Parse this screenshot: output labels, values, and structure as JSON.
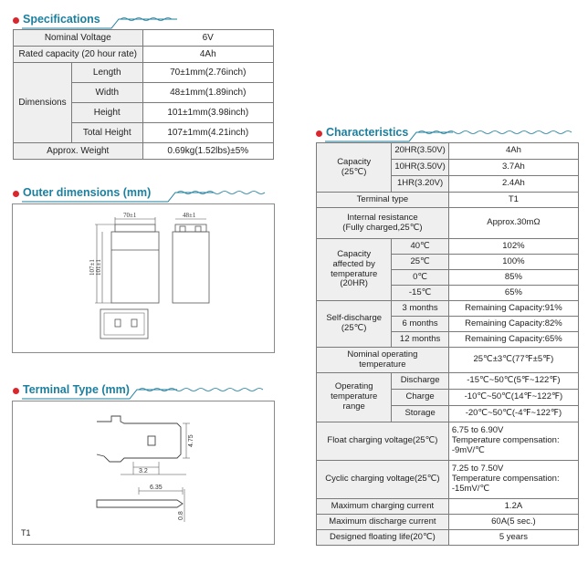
{
  "sections": {
    "specifications": "Specifications",
    "outer_dimensions": "Outer dimensions  (mm)",
    "terminal_type": "Terminal Type (mm)",
    "characteristics": "Characteristics"
  },
  "specifications": {
    "nominal_voltage": {
      "label": "Nominal Voltage",
      "value": "6V"
    },
    "rated_capacity": {
      "label": "Rated capacity (20 hour rate)",
      "value": "4Ah"
    },
    "dimensions_label": "Dimensions",
    "length": {
      "label": "Length",
      "value": "70±1mm(2.76inch)"
    },
    "width": {
      "label": "Width",
      "value": "48±1mm(1.89inch)"
    },
    "height": {
      "label": "Height",
      "value": "101±1mm(3.98inch)"
    },
    "total_height": {
      "label": "Total Height",
      "value": "107±1mm(4.21inch)"
    },
    "weight": {
      "label": "Approx. Weight",
      "value": "0.69kg(1.52lbs)±5%"
    }
  },
  "outer_drawing": {
    "width_top": "70±1",
    "depth_top": "48±1",
    "height_side_a": "107±1",
    "height_side_b": "101±1"
  },
  "terminal_drawing": {
    "dim_a": "4.75",
    "dim_b": "3.2",
    "dim_c": "6.35",
    "dim_d": "0.8",
    "label": "T1"
  },
  "characteristics": {
    "capacity": {
      "label_line1": "Capacity",
      "label_line2": "(25℃)",
      "rows": [
        {
          "rate": "20HR(3.50V)",
          "value": "4Ah"
        },
        {
          "rate": "10HR(3.50V)",
          "value": "3.7Ah"
        },
        {
          "rate": "1HR(3.20V)",
          "value": "2.4Ah"
        }
      ]
    },
    "terminal_type": {
      "label": "Terminal type",
      "value": "T1"
    },
    "internal_resistance": {
      "label_line1": "Internal resistance",
      "label_line2": "(Fully charged,25℃)",
      "value": "Approx.30mΩ"
    },
    "temp_capacity": {
      "label_line1": "Capacity",
      "label_line2": "affected by",
      "label_line3": "temperature",
      "label_line4": "(20HR)",
      "rows": [
        {
          "temp": "40℃",
          "value": "102%"
        },
        {
          "temp": "25℃",
          "value": "100%"
        },
        {
          "temp": "0℃",
          "value": "85%"
        },
        {
          "temp": "-15℃",
          "value": "65%"
        }
      ]
    },
    "self_discharge": {
      "label_line1": "Self-discharge",
      "label_line2": "(25℃)",
      "rows": [
        {
          "period": "3 months",
          "value": "Remaining Capacity:91%"
        },
        {
          "period": "6 months",
          "value": "Remaining Capacity:82%"
        },
        {
          "period": "12 months",
          "value": "Remaining Capacity:65%"
        }
      ]
    },
    "nominal_temp": {
      "label_line1": "Nominal operating",
      "label_line2": "temperature",
      "value": "25℃±3℃(77℉±5℉)"
    },
    "operating_range": {
      "label_line1": "Operating",
      "label_line2": "temperature",
      "label_line3": "range",
      "rows": [
        {
          "mode": "Discharge",
          "value": "-15℃~50℃(5℉~122℉)"
        },
        {
          "mode": "Charge",
          "value": "-10℃~50℃(14℉~122℉)"
        },
        {
          "mode": "Storage",
          "value": "-20℃~50℃(-4℉~122℉)"
        }
      ]
    },
    "float_charging": {
      "label": "Float charging voltage(25℃)",
      "line1": "6.75 to 6.90V",
      "line2": "Temperature compensation:",
      "line3": "-9mV/℃"
    },
    "cyclic_charging": {
      "label": "Cyclic charging voltage(25℃)",
      "line1": "7.25 to 7.50V",
      "line2": "Temperature compensation:",
      "line3": "-15mV/℃"
    },
    "max_charging_current": {
      "label": "Maximum charging current",
      "value": "1.2A"
    },
    "max_discharge_current": {
      "label": "Maximum discharge current",
      "value": "60A(5 sec.)"
    },
    "floating_life": {
      "label": "Designed floating life(20℃)",
      "value": "5 years"
    }
  }
}
